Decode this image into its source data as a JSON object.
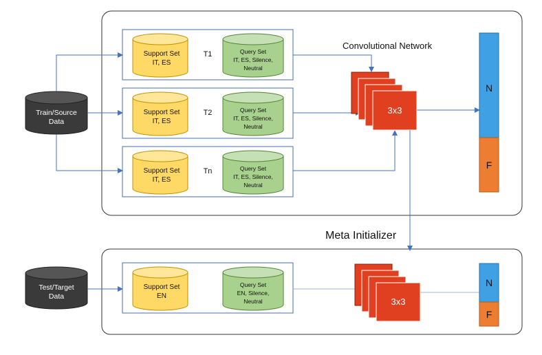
{
  "title_conv": "Convolutional Network",
  "title_meta": "Meta Initializer",
  "train_db": {
    "line1": "Train/Source",
    "line2": "Data"
  },
  "test_db": {
    "line1": "Test/Target",
    "line2": "Data"
  },
  "tasks": [
    {
      "tag": "T1",
      "support": [
        "Support Set",
        "IT, ES"
      ],
      "query": [
        "Query Set",
        "IT, ES, Silence,",
        "Neutral"
      ]
    },
    {
      "tag": "T2",
      "support": [
        "Support Set",
        "IT, ES"
      ],
      "query": [
        "Query Set",
        "IT, ES, Silence,",
        "Neutral"
      ]
    },
    {
      "tag": "Tn",
      "support": [
        "Support Set",
        "IT, ES"
      ],
      "query": [
        "Query Set",
        "IT, ES, Silence,",
        "Neutral"
      ]
    }
  ],
  "test_task": {
    "support": [
      "Support Set",
      "EN"
    ],
    "query": [
      "Query Set",
      "EN, Silence,",
      "Neutral"
    ]
  },
  "conv_label": "3x3",
  "output_labels": {
    "n": "N",
    "f": "F"
  },
  "colors": {
    "support_fill": "#FFD966",
    "support_stroke": "#BF9000",
    "query_fill": "#A9D18E",
    "query_stroke": "#548235",
    "conv_fill": "#E0401F",
    "conv_stroke": "#8B1A00",
    "n_fill": "#3FA0E4",
    "f_fill": "#ED7D31",
    "db_fill": "#3A3A3A",
    "arrow": "#4472C4"
  }
}
